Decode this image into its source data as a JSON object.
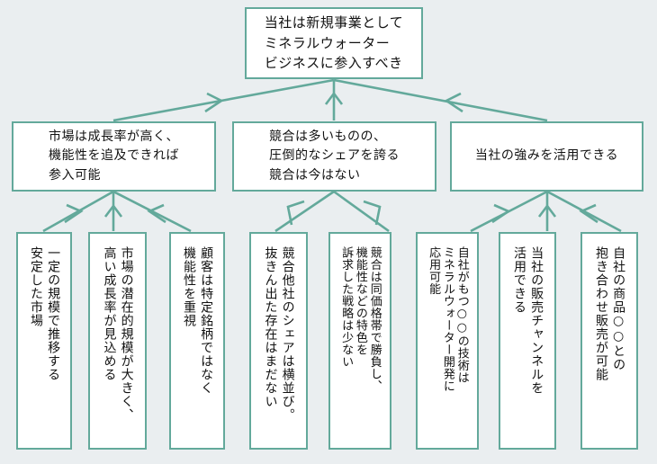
{
  "diagram": {
    "type": "pyramid-logic-tree",
    "background_color": "#eaeef0",
    "box_border_color": "#63a99b",
    "box_fill_color": "#ffffff",
    "connector_color": "#63a99b",
    "apex": {
      "lines": [
        "当社は新規事業として",
        "ミネラルウォーター",
        "ビジネスに参入すべき"
      ]
    },
    "level2": [
      {
        "lines": [
          "市場は成長率が高く、",
          "機能性を追及できれば",
          "参入可能"
        ]
      },
      {
        "lines": [
          "競合は多いものの、",
          "圧倒的なシェアを誇る",
          "競合は今はない"
        ]
      },
      {
        "lines": [
          "当社の強みを活用できる"
        ]
      }
    ],
    "level3": [
      {
        "columns": [
          "一定の規模で推移する",
          "安定した市場"
        ]
      },
      {
        "columns": [
          "市場の潜在的規模が大きく、",
          "高い成長率が見込める"
        ]
      },
      {
        "columns": [
          "顧客は特定銘柄ではなく",
          "機能性を重視"
        ]
      },
      {
        "columns": [
          "競合他社のシェアは横並び。",
          "抜きん出た存在はまだない"
        ]
      },
      {
        "columns": [
          "競合は同価格帯で勝負し、",
          "機能性などの特色を",
          "訴求した戦略は少ない"
        ]
      },
      {
        "columns": [
          "自社がもつ○○の技術は",
          "ミネラルウォーター開発に",
          "応用可能"
        ]
      },
      {
        "columns": [
          "当社の販売チャンネルを",
          "活用できる"
        ]
      },
      {
        "columns": [
          "自社の商品○○との",
          "抱き合わせ販売が可能"
        ]
      }
    ]
  }
}
